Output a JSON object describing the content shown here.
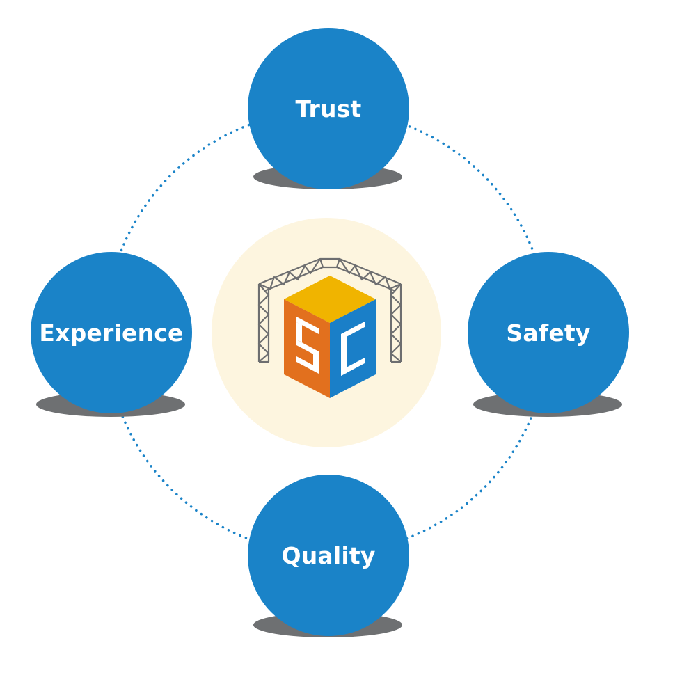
{
  "diagram": {
    "colors": {
      "node_fill": "#1a83c8",
      "node_text": "#ffffff",
      "shadow": "#6e7072",
      "ring_dots": "#1a83c8",
      "center_disc": "#fdf5df",
      "logo_top": "#f0b400",
      "logo_left": "#e2701e",
      "logo_right": "#1a7fc8",
      "logo_frame": "#6d6e70"
    },
    "center_logo": {
      "icon": "sc-scaffold-cube-logo",
      "letters": "SC"
    },
    "nodes": {
      "trust": {
        "label": "Trust"
      },
      "safety": {
        "label": "Safety"
      },
      "quality": {
        "label": "Quality"
      },
      "experience": {
        "label": "Experience"
      }
    }
  }
}
